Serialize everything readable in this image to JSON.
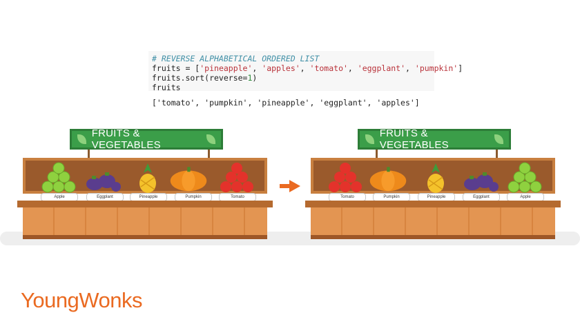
{
  "code": {
    "comment": "# REVERSE ALPHABETICAL ORDERED LIST",
    "line2_prefix": "fruits = [",
    "items": [
      "'pineapple'",
      "'apples'",
      "'tomato'",
      "'eggplant'",
      "'pumpkin'"
    ],
    "line3_a": "fruits.sort(reverse=",
    "line3_num": "1",
    "line3_b": ")",
    "line4": "fruits"
  },
  "output": "['tomato', 'pumpkin', 'pineapple', 'eggplant', 'apples']",
  "sign_text": "FRUITS & VEGETABLES",
  "before": {
    "labels": [
      "Apple",
      "Eggplant",
      "Pineapple",
      "Pumpkin",
      "Tomato"
    ],
    "icons": [
      "apple-icon",
      "eggplant-icon",
      "pineapple-icon",
      "pumpkin-icon",
      "tomato-icon"
    ]
  },
  "after": {
    "labels": [
      "Tomato",
      "Pumpkin",
      "Pineapple",
      "Eggplant",
      "Apple"
    ],
    "icons": [
      "tomato-icon",
      "pumpkin-icon",
      "pineapple-icon",
      "eggplant-icon",
      "apple-icon"
    ]
  },
  "colors": {
    "accent": "#ea6a21",
    "sign_green": "#3b9e49"
  },
  "logo": "YoungWonks"
}
